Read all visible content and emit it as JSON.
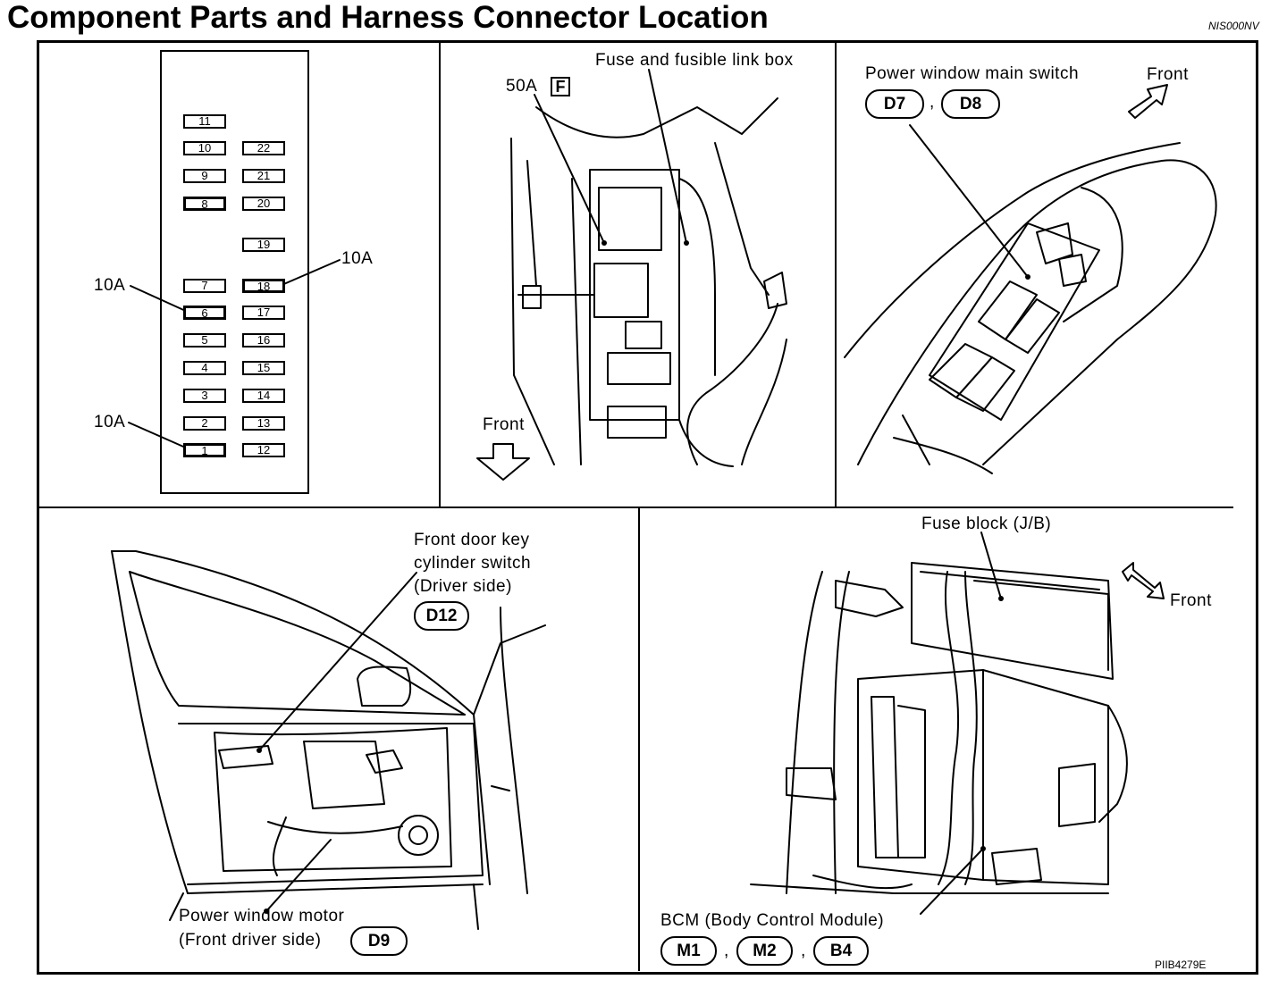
{
  "title": "Component Parts and Harness Connector Location",
  "doc_id": "NIS000NV",
  "image_code": "PIIB4279E",
  "fuse_panel": {
    "left_column": [
      "11",
      "10",
      "9",
      "8",
      "7",
      "6",
      "5",
      "4",
      "3",
      "2",
      "1"
    ],
    "right_column": [
      "22",
      "21",
      "20",
      "19",
      "18",
      "17",
      "16",
      "15",
      "14",
      "13",
      "12"
    ],
    "callouts": {
      "fuse18": "10A",
      "fuse6": "10A",
      "fuse1": "10A"
    }
  },
  "fusible_link": {
    "title": "Fuse and fusible link box",
    "rating": "50A",
    "tag": "F",
    "direction": "Front"
  },
  "main_switch": {
    "title": "Power window main switch",
    "connectors": [
      "D7",
      "D8"
    ],
    "separator": ",",
    "direction": "Front"
  },
  "door": {
    "key_switch": {
      "line1": "Front door key",
      "line2": "cylinder switch",
      "line3": "(Driver side)",
      "connector": "D12"
    },
    "motor": {
      "line1": "Power window motor",
      "line2": "(Front driver side)",
      "connector": "D9"
    }
  },
  "bcm": {
    "fuse_block": "Fuse block (J/B)",
    "direction": "Front",
    "title": "BCM (Body Control Module)",
    "connectors": [
      "M1",
      "M2",
      "B4"
    ],
    "separator": ","
  }
}
